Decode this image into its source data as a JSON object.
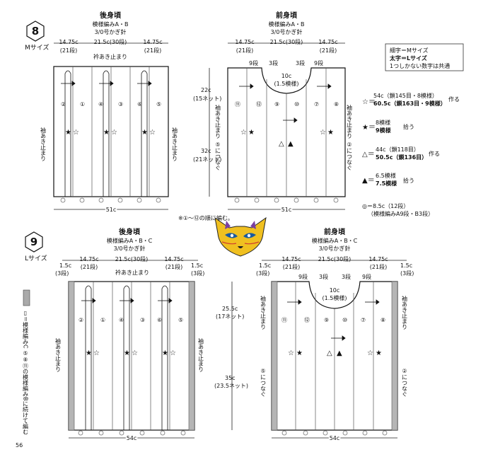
{
  "page_number": "56",
  "legend": {
    "line1": "細字＝Mサイズ",
    "line2": "太字＝Lサイズ",
    "line3": "1つしかない数字は共通",
    "star_outline_top": "54c（鎖145目・8模様）",
    "star_outline_bottom": "60.5c（鎖163目・9模様）",
    "star_outline_action": "作る",
    "star_filled_top": "8模様",
    "star_filled_bottom": "9模様",
    "star_filled_action": "拾う",
    "tri_outline_top": "44c（鎖118目）",
    "tri_outline_bottom": "50.5c（鎖136目）",
    "tri_outline_action": "作る",
    "tri_filled_top": "6.5模様",
    "tri_filled_bottom": "7.5模様",
    "tri_filled_action": "拾う",
    "ring_line1": "◎＝8.5c（12段）",
    "ring_line2": "（模様編みA9段・B3段）"
  },
  "note_order": "※①～⑫の順に編む。",
  "side_note_9": "▯＝模様編みC ⑤⑧⑪の模様編みBに続けて編む",
  "section8": {
    "number": "8",
    "size": "Mサイズ",
    "back": {
      "title": "後身頃",
      "pattern": "模様編みA・B",
      "hook": "3/0号かぎ針",
      "w_side": "14.75c",
      "w_side_net": "(21段)",
      "w_mid": "21.5c(30段)",
      "collar": "衿あき止まり",
      "slit": "袖あき止まり",
      "width": "51c",
      "cols": [
        "②",
        "①",
        "④",
        "③",
        "⑥",
        "⑤"
      ]
    },
    "front": {
      "title": "前身頃",
      "pattern": "模様編みA・B",
      "hook": "3/0号かぎ針",
      "w_side": "14.75c",
      "w_side_net": "(21段)",
      "w_mid": "21.5c(30段)",
      "neck_w": "10c",
      "neck_net": "(1.5模様)",
      "rows9": "9段",
      "rows3": "3段",
      "slit": "袖あき止まり",
      "join_left": "⑤につなぐ",
      "join_right": "②につなぐ",
      "width": "51c",
      "cols": [
        "⑪",
        "⑫",
        "⑨",
        "⑩",
        "⑦",
        "⑧"
      ]
    },
    "h_upper": "22c",
    "h_upper_net": "(15ネット)",
    "h_lower": "32c",
    "h_lower_net": "(21ネット)"
  },
  "section9": {
    "number": "9",
    "size": "Lサイズ",
    "back": {
      "title": "後身頃",
      "pattern": "模様編みA・B・C",
      "hook": "3/0号かぎ針",
      "edge": "1.5c",
      "edge_rows": "(3段)",
      "w_side": "14.75c",
      "w_side_net": "(21段)",
      "w_mid": "21.5c(30段)",
      "collar": "衿あき止まり",
      "slit": "袖あき止まり",
      "width": "54c",
      "cols": [
        "②",
        "①",
        "④",
        "③",
        "⑥",
        "⑤"
      ]
    },
    "front": {
      "title": "前身頃",
      "pattern": "模様編みA・B・C",
      "hook": "3/0号かぎ針",
      "edge": "1.5c",
      "edge_rows": "(3段)",
      "w_side": "14.75c",
      "w_side_net": "(21段)",
      "w_mid": "21.5c(30段)",
      "neck_w": "10c",
      "neck_net": "(1.5模様)",
      "rows9": "9段",
      "rows3": "3段",
      "slit": "袖あき止まり",
      "join_left": "⑤につなぐ",
      "join_right": "②につなぐ",
      "width": "54c",
      "cols": [
        "⑪",
        "⑫",
        "⑨",
        "⑩",
        "⑦",
        "⑧"
      ]
    },
    "h_upper": "25.5c",
    "h_upper_net": "(17ネット)",
    "h_lower": "35c",
    "h_lower_net": "(23.5ネット)"
  }
}
